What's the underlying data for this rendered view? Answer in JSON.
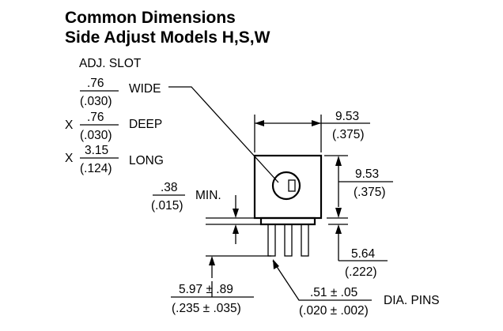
{
  "title": {
    "line1": "Common Dimensions",
    "line2": "Side Adjust Models H,S,W"
  },
  "adj_slot": {
    "heading": "ADJ. SLOT",
    "x_symbol": "X",
    "wide": {
      "mm": ".76",
      "in": "(.030)",
      "label": "WIDE"
    },
    "deep": {
      "mm": ".76",
      "in": "(.030)",
      "label": "DEEP"
    },
    "long": {
      "mm": "3.15",
      "in": "(.124)",
      "label": "LONG"
    }
  },
  "dimensions": {
    "width": {
      "mm": "9.53",
      "in": "(.375)"
    },
    "height": {
      "mm": "9.53",
      "in": "(.375)"
    },
    "standoff": {
      "mm": ".38",
      "in": "(.015)",
      "label": "MIN."
    },
    "pin_length": {
      "mm": "5.64",
      "in": "(.222)"
    },
    "pin_spacing": {
      "mm": "5.97 ± .89",
      "in": "(.235 ± .035)"
    },
    "pin_diameter": {
      "mm": ".51 ± .05",
      "in": "(.020 ± .002)",
      "label": "DIA. PINS"
    }
  }
}
